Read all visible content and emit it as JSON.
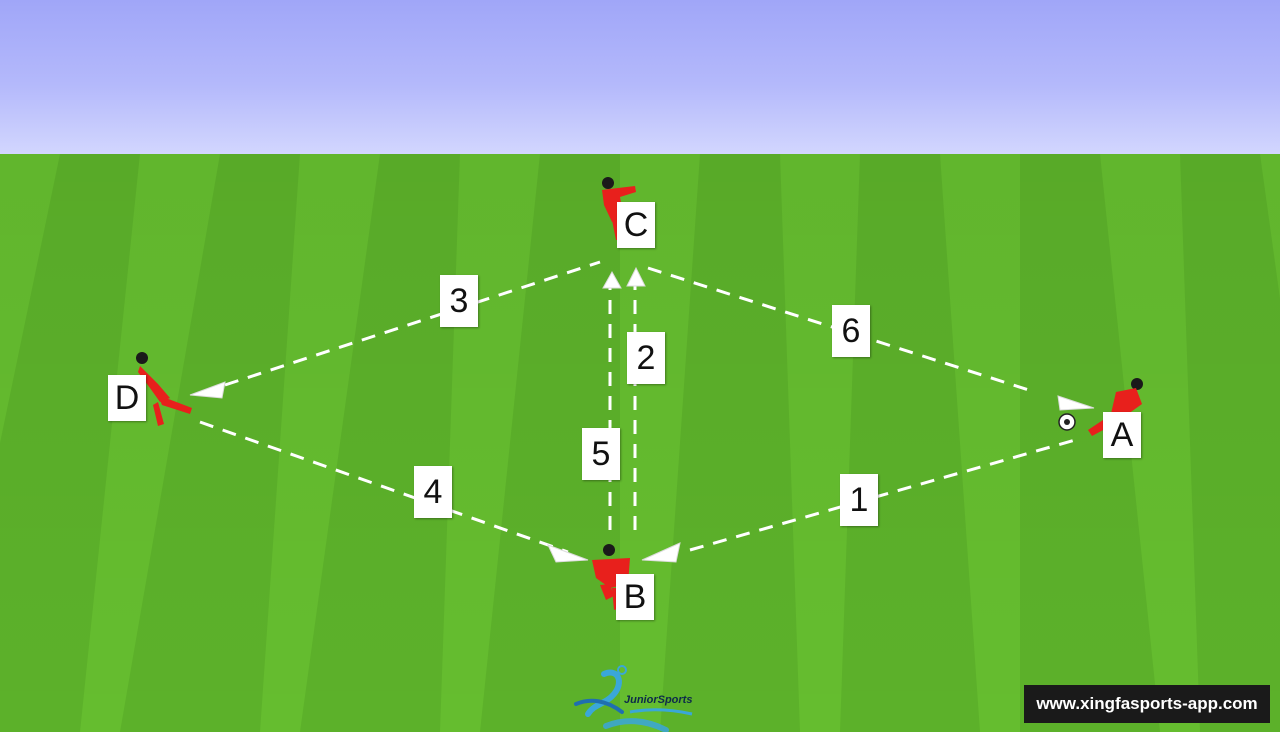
{
  "labels": {
    "step1": "1",
    "step2": "2",
    "step3": "3",
    "step4": "4",
    "step5": "5",
    "step6": "6",
    "player_a": "A",
    "player_b": "B",
    "player_c": "C",
    "player_d": "D"
  },
  "logo_text": "JuniorSports",
  "watermark": "www.xingfasports-app.com",
  "colors": {
    "sky": "#a9aefa",
    "grass_light": "#6cc234",
    "grass_dark": "#56a826",
    "player": "#e8201c",
    "path": "#ffffff"
  },
  "icons": [
    "player-icon",
    "cone-icon",
    "ball-icon",
    "logo-icon"
  ]
}
